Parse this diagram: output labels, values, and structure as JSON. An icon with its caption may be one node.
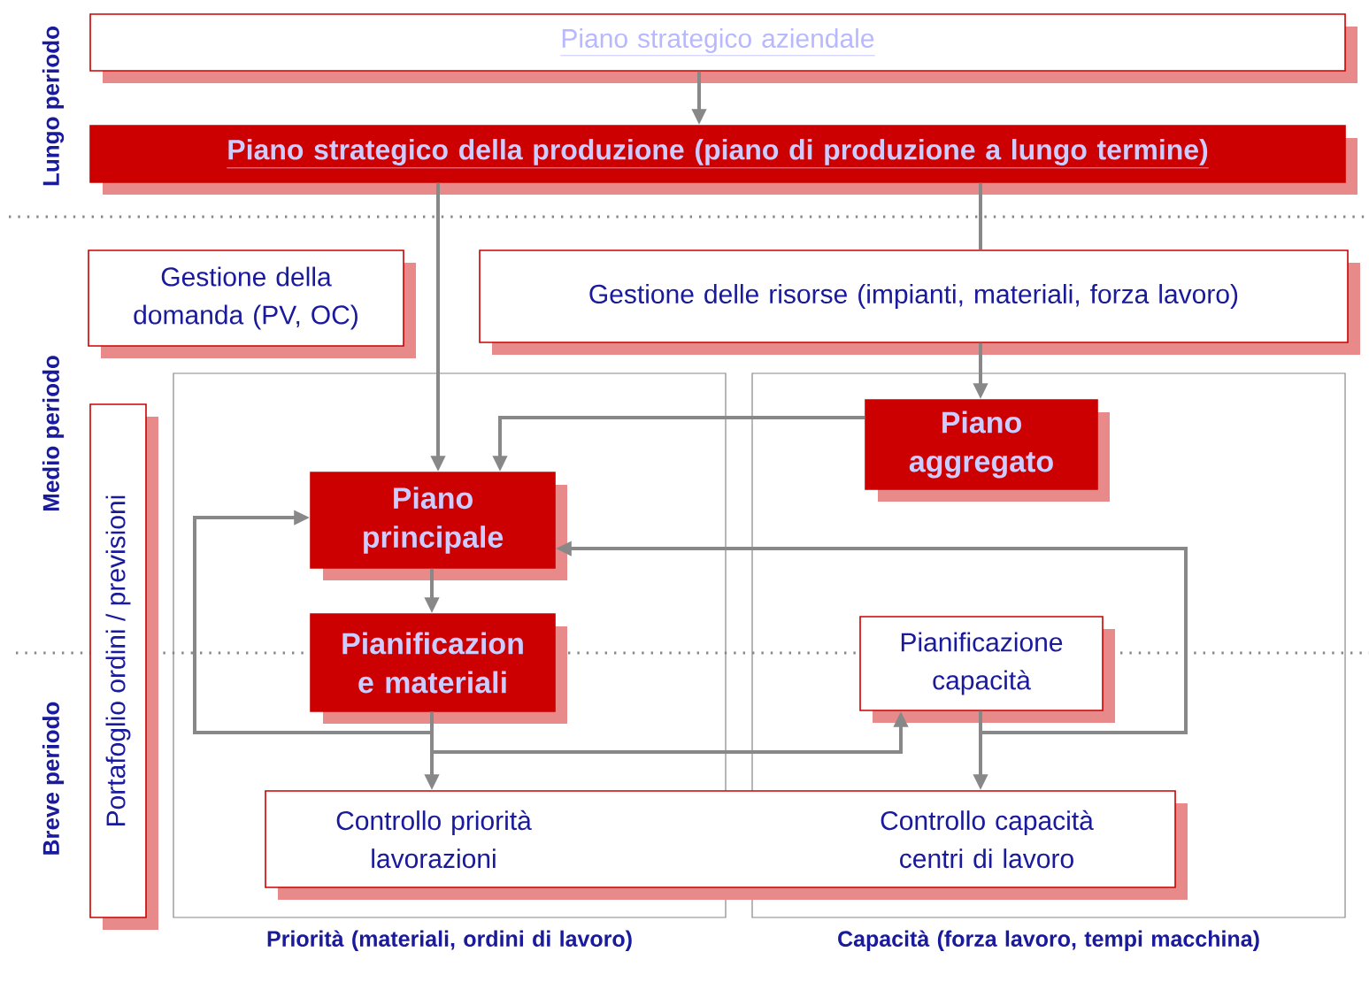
{
  "diagram": {
    "nodes": [
      {
        "text": [
          "Piano strategico aziendale"
        ]
      },
      {
        "text": [
          "Piano strategico della produzione (piano di produzione a lungo termine)"
        ]
      },
      {
        "text": [
          "Gestione della domanda (PV, OC)"
        ]
      },
      {
        "text": [
          "Gestione delle risorse (impianti, materiali, forza lavoro)"
        ]
      },
      {
        "text": [
          "Portafoglio ordini / previsioni"
        ]
      },
      {
        "text": [
          "Priorità (materiali, ordini di lavoro)"
        ]
      },
      {
        "text": [
          "Capacità (forza lavoro, tempi macchina)"
        ]
      },
      {
        "text": [
          "Piano aggregato"
        ],
        "in": 6
      },
      {
        "text": [
          "Piano principale"
        ],
        "in": 5
      },
      {
        "text": [
          "Pianificazion e materiali"
        ],
        "in": 5
      },
      {
        "text": [
          "Pianificazione capacità"
        ],
        "in": 6
      },
      {
        "text": [
          "Controllo priorità lavorazioni",
          "Controllo capacità centri di lavoro"
        ]
      }
    ],
    "edges": [
      {
        "from": 0,
        "to": 1,
        "arrow": "to"
      },
      {
        "from": 1,
        "to": 8,
        "arrow": "to"
      },
      {
        "from": 1,
        "to": 3,
        "arrow": "none"
      },
      {
        "from": 3,
        "to": 7,
        "arrow": "to"
      },
      {
        "from": 7,
        "to": 8,
        "arrow": "to"
      },
      {
        "from": 8,
        "to": 9,
        "arrow": "to"
      },
      {
        "from": 9,
        "to": 8,
        "arrow": "to"
      },
      {
        "from": 9,
        "to": 11,
        "arrow": "to"
      },
      {
        "from": 9,
        "to": 10,
        "arrow": "to"
      },
      {
        "from": 10,
        "to": 11,
        "arrow": "to"
      },
      {
        "from": 10,
        "to": 8,
        "arrow": "to"
      }
    ],
    "labels": [
      "Lungo periodo",
      "Medio periodo",
      "Breve periodo"
    ]
  }
}
